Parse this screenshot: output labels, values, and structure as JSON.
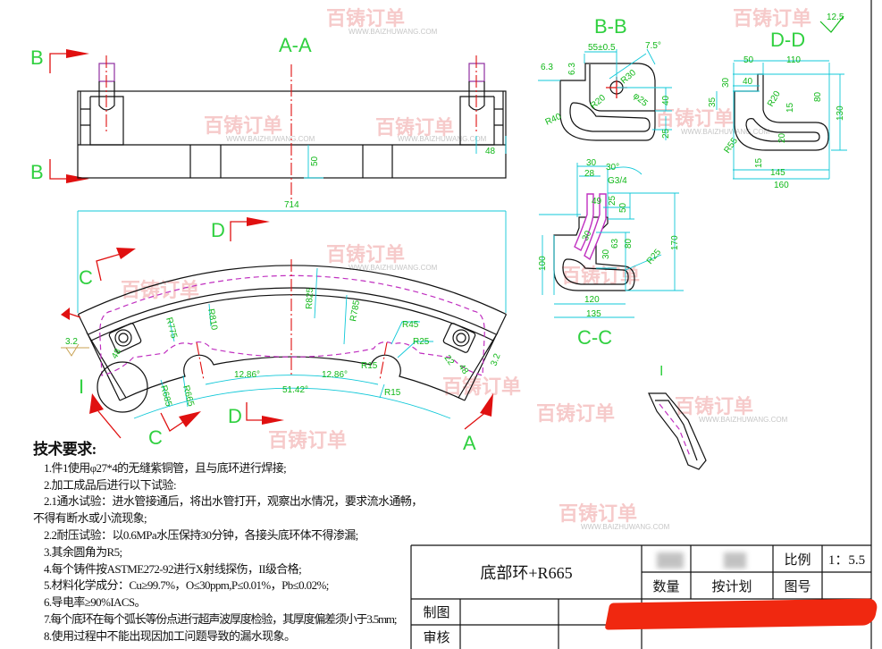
{
  "watermark": {
    "brand": "百铸订单",
    "url": "WWW.BAIZHUWANG.COM"
  },
  "views": {
    "aa": {
      "label": "A-A",
      "section_b_top": "B",
      "section_b_bottom": "B",
      "dims": [
        "50",
        "48"
      ]
    },
    "bb": {
      "label": "B-B",
      "dims": [
        "55±0.5",
        "7.5°",
        "6.3",
        "6.3",
        "R30",
        "φ25",
        "40",
        "R20",
        "R40",
        "25"
      ]
    },
    "dd": {
      "label": "D-D",
      "roughness": "12.5",
      "dims": [
        "50",
        "110",
        "40",
        "30",
        "35",
        "80",
        "130",
        "R20",
        "15",
        "20",
        "R55",
        "15",
        "145",
        "160"
      ]
    },
    "cc": {
      "label": "C-C",
      "dims": [
        "30",
        "28",
        "30°",
        "G3/4",
        "25",
        "49",
        "50",
        "63",
        "80",
        "170",
        "100",
        "30",
        "R25",
        "30",
        "120",
        "135"
      ]
    },
    "plan": {
      "labels": {
        "c_top": "C",
        "c_bottom": "C",
        "d_top": "D",
        "d_bottom": "D",
        "a_right": "A",
        "detail": "I"
      },
      "dims": [
        "714",
        "R810",
        "R825",
        "R785",
        "R775",
        "R45",
        "R25",
        "R685",
        "R665",
        "12.86°",
        "12.86°",
        "51.42°",
        "R15",
        "R15",
        "48",
        "22",
        "48",
        "3.2",
        "3.2"
      ]
    },
    "detail": {
      "label": "I"
    }
  },
  "notes": {
    "heading": "技术要求:",
    "items": [
      "1.件1使用φ27*4的无缝紫铜管，且与底环进行焊接;",
      "2.加工成品后进行以下试验:",
      "2.1通水试验：进水管接通后，将出水管打开，观察出水情况，要求流水通畅，",
      "不得有断水或小流现象;",
      "2.2耐压试验：以0.6MPa水压保持30分钟，各接头底环体不得渗漏;",
      "3.其余圆角为R5;",
      "4.每个铸件按ASTME272-92进行X射线探伤，II级合格;",
      "5.材料化学成分：Cu≥99.7%，O≤30ppm,P≤0.01%，Pb≤0.02%;",
      "6.导电率≥90%IACS。",
      "7.每个底环在每个弧长等份点进行超声波厚度检验，其厚度偏差须小于3.5mm;",
      "8.使用过程中不能出现因加工问题导致的漏水现象。"
    ]
  },
  "title_block": {
    "part_name": "底部环+R665",
    "scale_label": "比例",
    "scale_value": "1：5.5",
    "quantity_label": "数量",
    "quantity_value": "按计划",
    "drawing_no_label": "图号",
    "drawn_label": "制图",
    "checked_label": "审核"
  }
}
